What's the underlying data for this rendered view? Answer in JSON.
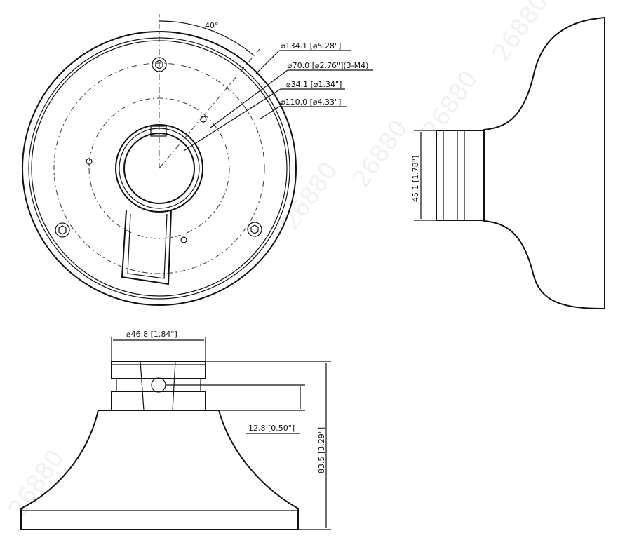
{
  "drawing": {
    "angle_label": "40°",
    "top_view": {
      "dia_outer": "⌀134.1 [⌀5.28\"]",
      "dia_holes": "⌀70.0 [⌀2.76\"](3-M4)",
      "dia_center": "⌀34.1 [⌀1.34\"]",
      "dia_bolt_circle": "⌀110.0 [⌀4.33\"]"
    },
    "side_view": {
      "neck_height": "45.1 [1.78\"]"
    },
    "front_view": {
      "neck_diameter": "⌀46.8 [1.84\"]",
      "hole_height": "12.8 [0.50\"]",
      "total_height": "83.5 [3.29\"]"
    },
    "watermark": "26880"
  }
}
